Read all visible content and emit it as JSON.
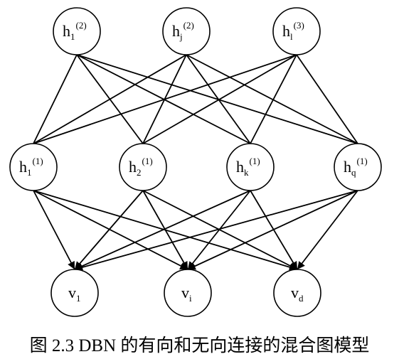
{
  "diagram": {
    "caption": "图 2.3 DBN 的有向和无向连接的混合图模型",
    "top_layer": [
      {
        "id": "h1_2",
        "base": "h",
        "sub": "1",
        "sup": "(2)"
      },
      {
        "id": "hj_2",
        "base": "h",
        "sub": "j",
        "sup": "(2)"
      },
      {
        "id": "hl_3",
        "base": "h",
        "sub": "l",
        "sup": "(3)"
      }
    ],
    "hidden_layer": [
      {
        "id": "h1_1",
        "base": "h",
        "sub": "1",
        "sup": "(1)"
      },
      {
        "id": "h2_1",
        "base": "h",
        "sub": "2",
        "sup": "(1)"
      },
      {
        "id": "hk_1",
        "base": "h",
        "sub": "k",
        "sup": "(1)"
      },
      {
        "id": "hq_1",
        "base": "h",
        "sub": "q",
        "sup": "(1)"
      }
    ],
    "visible_layer": [
      {
        "id": "v1",
        "base": "v",
        "sub": "1",
        "sup": ""
      },
      {
        "id": "vi",
        "base": "v",
        "sub": "i",
        "sup": ""
      },
      {
        "id": "vd",
        "base": "v",
        "sub": "d",
        "sup": ""
      }
    ],
    "undirected_edges": "top_layer fully connected to hidden_layer",
    "directed_edges": "hidden_layer fully connected to visible_layer (arrows)",
    "colors": {
      "stroke": "#000000",
      "fill": "#ffffff"
    }
  }
}
